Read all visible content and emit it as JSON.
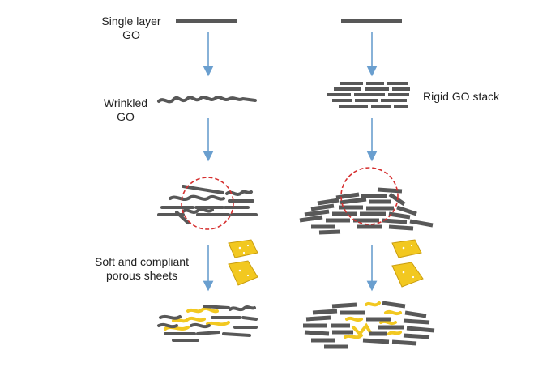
{
  "labels": {
    "single_layer": "Single layer",
    "single_layer_go": "GO",
    "wrinkled": "Wrinkled",
    "wrinkled_go": "GO",
    "rigid_stack": "Rigid GO stack",
    "soft_line1": "Soft and compliant",
    "soft_line2": "porous sheets"
  },
  "colors": {
    "sheet": "#585858",
    "arrow": "#6a9fcf",
    "circle": "#d63030",
    "gold": "#f2c820",
    "gold_dark": "#c99d10"
  }
}
